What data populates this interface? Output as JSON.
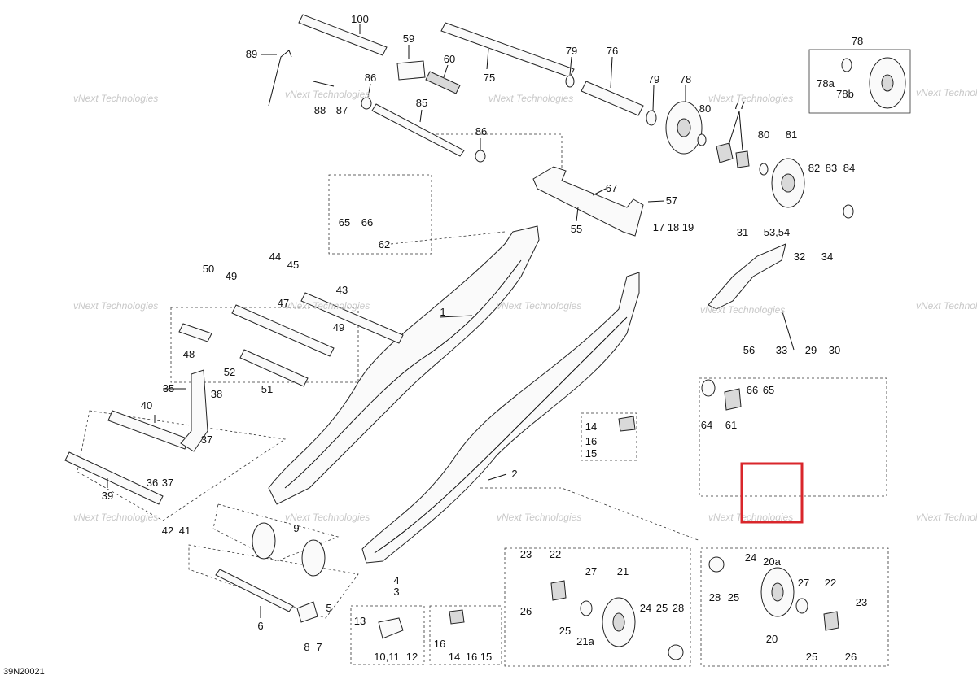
{
  "drawing": {
    "code": "39N20021",
    "watermark": "vNext Technologies",
    "highlight_color": "#d9262b"
  },
  "callouts": [
    {
      "id": "c100",
      "text": "100"
    },
    {
      "id": "c59",
      "text": "59"
    },
    {
      "id": "c60",
      "text": "60"
    },
    {
      "id": "c75",
      "text": "75"
    },
    {
      "id": "c79a",
      "text": "79"
    },
    {
      "id": "c76",
      "text": "76"
    },
    {
      "id": "c79b",
      "text": "79"
    },
    {
      "id": "c78a",
      "text": "78"
    },
    {
      "id": "c78",
      "text": "78"
    },
    {
      "id": "c78s",
      "text": "78a"
    },
    {
      "id": "c78b",
      "text": "78b"
    },
    {
      "id": "c89",
      "text": "89"
    },
    {
      "id": "c86a",
      "text": "86"
    },
    {
      "id": "c85",
      "text": "85"
    },
    {
      "id": "c88",
      "text": "88"
    },
    {
      "id": "c87",
      "text": "87"
    },
    {
      "id": "c86b",
      "text": "86"
    },
    {
      "id": "c80a",
      "text": "80"
    },
    {
      "id": "c77",
      "text": "77"
    },
    {
      "id": "c80b",
      "text": "80"
    },
    {
      "id": "c81",
      "text": "81"
    },
    {
      "id": "c82",
      "text": "82"
    },
    {
      "id": "c83",
      "text": "83"
    },
    {
      "id": "c84",
      "text": "84"
    },
    {
      "id": "c67",
      "text": "67"
    },
    {
      "id": "c57",
      "text": "57"
    },
    {
      "id": "c55",
      "text": "55"
    },
    {
      "id": "c65a",
      "text": "65"
    },
    {
      "id": "c66a",
      "text": "66"
    },
    {
      "id": "c62",
      "text": "62"
    },
    {
      "id": "c17",
      "text": "17"
    },
    {
      "id": "c18",
      "text": "18"
    },
    {
      "id": "c19",
      "text": "19"
    },
    {
      "id": "c31",
      "text": "31"
    },
    {
      "id": "c5354",
      "text": "53,54"
    },
    {
      "id": "c32",
      "text": "32"
    },
    {
      "id": "c34",
      "text": "34"
    },
    {
      "id": "c56",
      "text": "56"
    },
    {
      "id": "c33",
      "text": "33"
    },
    {
      "id": "c29",
      "text": "29"
    },
    {
      "id": "c30",
      "text": "30"
    },
    {
      "id": "c44",
      "text": "44"
    },
    {
      "id": "c45",
      "text": "45"
    },
    {
      "id": "c50",
      "text": "50"
    },
    {
      "id": "c49a",
      "text": "49"
    },
    {
      "id": "c43",
      "text": "43"
    },
    {
      "id": "c47",
      "text": "47"
    },
    {
      "id": "c1",
      "text": "1"
    },
    {
      "id": "c49b",
      "text": "49"
    },
    {
      "id": "c48",
      "text": "48"
    },
    {
      "id": "c52",
      "text": "52"
    },
    {
      "id": "c51",
      "text": "51"
    },
    {
      "id": "c35",
      "text": "35"
    },
    {
      "id": "c38",
      "text": "38"
    },
    {
      "id": "c40",
      "text": "40"
    },
    {
      "id": "c37a",
      "text": "37"
    },
    {
      "id": "c36",
      "text": "36"
    },
    {
      "id": "c37b",
      "text": "37"
    },
    {
      "id": "c39",
      "text": "39"
    },
    {
      "id": "c42",
      "text": "42"
    },
    {
      "id": "c41",
      "text": "41"
    },
    {
      "id": "c64",
      "text": "64"
    },
    {
      "id": "c61",
      "text": "61"
    },
    {
      "id": "c66b",
      "text": "66"
    },
    {
      "id": "c65b",
      "text": "65"
    },
    {
      "id": "c14a",
      "text": "14"
    },
    {
      "id": "c16a",
      "text": "16"
    },
    {
      "id": "c15a",
      "text": "15"
    },
    {
      "id": "c2",
      "text": "2"
    },
    {
      "id": "c9",
      "text": "9"
    },
    {
      "id": "c4",
      "text": "4"
    },
    {
      "id": "c3",
      "text": "3"
    },
    {
      "id": "c6",
      "text": "6"
    },
    {
      "id": "c5",
      "text": "5"
    },
    {
      "id": "c8",
      "text": "8"
    },
    {
      "id": "c7",
      "text": "7"
    },
    {
      "id": "c13",
      "text": "13"
    },
    {
      "id": "c1011",
      "text": "10,11"
    },
    {
      "id": "c12",
      "text": "12"
    },
    {
      "id": "c16b",
      "text": "16"
    },
    {
      "id": "c14b",
      "text": "14"
    },
    {
      "id": "c16c",
      "text": "16"
    },
    {
      "id": "c15b",
      "text": "15"
    },
    {
      "id": "c23a",
      "text": "23"
    },
    {
      "id": "c22a",
      "text": "22"
    },
    {
      "id": "c27a",
      "text": "27"
    },
    {
      "id": "c21",
      "text": "21"
    },
    {
      "id": "c26a",
      "text": "26"
    },
    {
      "id": "c25a",
      "text": "25"
    },
    {
      "id": "c24a",
      "text": "24"
    },
    {
      "id": "c25b",
      "text": "25"
    },
    {
      "id": "c28a",
      "text": "28"
    },
    {
      "id": "c21a",
      "text": "21a"
    },
    {
      "id": "c24b",
      "text": "24"
    },
    {
      "id": "c20a",
      "text": "20a"
    },
    {
      "id": "c28b",
      "text": "28"
    },
    {
      "id": "c25c",
      "text": "25"
    },
    {
      "id": "c27b",
      "text": "27"
    },
    {
      "id": "c22b",
      "text": "22"
    },
    {
      "id": "c23b",
      "text": "23"
    },
    {
      "id": "c20",
      "text": "20"
    },
    {
      "id": "c25d",
      "text": "25"
    },
    {
      "id": "c26b",
      "text": "26"
    }
  ]
}
